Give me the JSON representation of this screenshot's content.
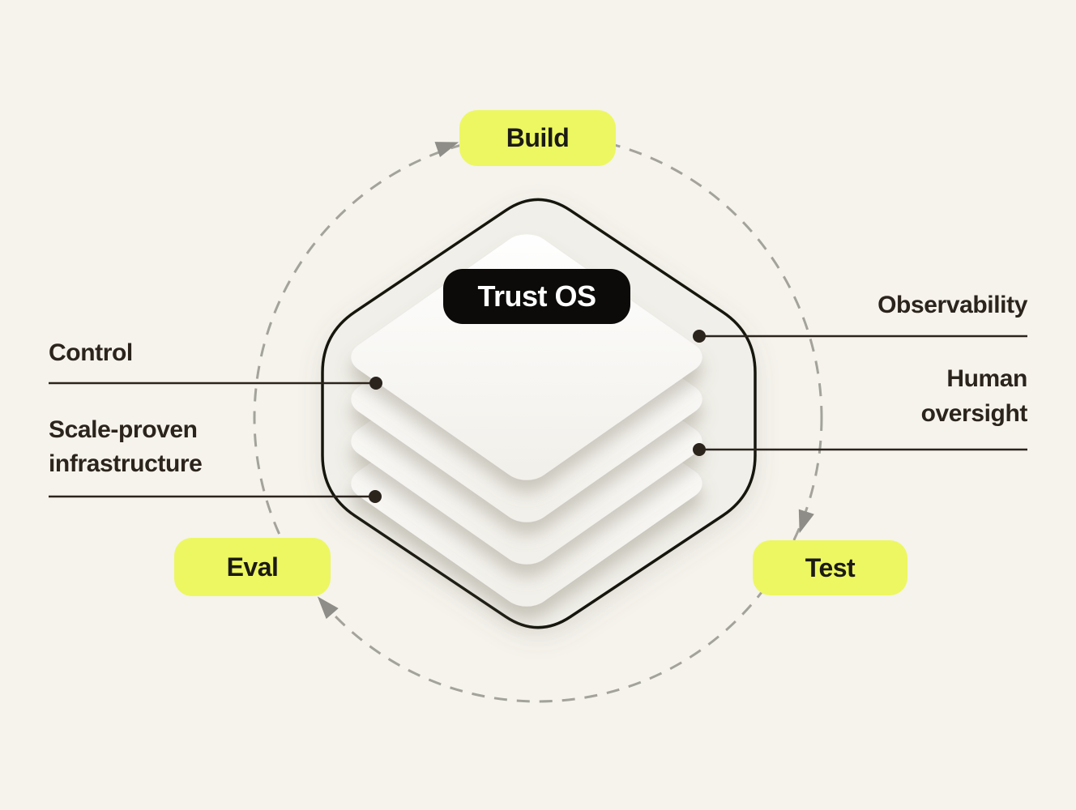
{
  "background": "#f5f3ec",
  "colors": {
    "accent_yellow": "#edf762",
    "ink": "#26211c",
    "dark_pill_bg": "#0c0b09",
    "dark_pill_text": "#ffffff",
    "connector_line": "#2b241d",
    "dashed_circle": "#a3a29b",
    "arrowhead": "#8e8d87",
    "hexagon_fill": "#f0efe9",
    "hexagon_stroke": "#14120f",
    "layer_fill": "#fbfaf7"
  },
  "center": {
    "title": "Trust OS",
    "layer_count": 4
  },
  "cycle": {
    "direction": "clockwise",
    "nodes": [
      {
        "id": "build",
        "label": "Build",
        "position": "top"
      },
      {
        "id": "test",
        "label": "Test",
        "position": "bottom-right"
      },
      {
        "id": "eval",
        "label": "Eval",
        "position": "bottom-left"
      }
    ]
  },
  "callouts": {
    "right": [
      {
        "label": "Observability"
      },
      {
        "label": "Human oversight"
      }
    ],
    "left": [
      {
        "label": "Control"
      },
      {
        "label": "Scale-proven infrastructure"
      }
    ]
  }
}
